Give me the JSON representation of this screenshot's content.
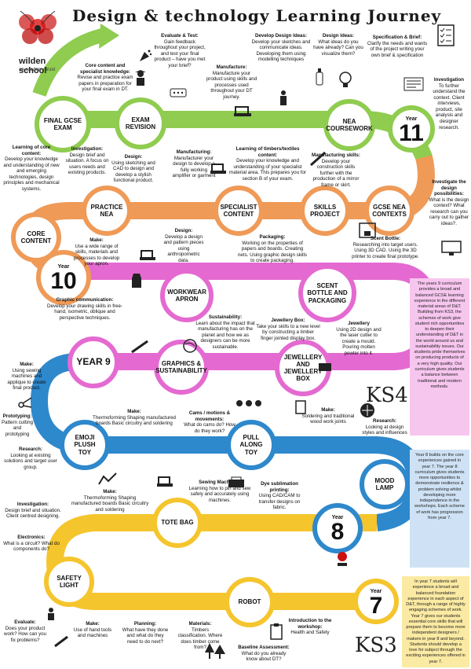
{
  "header": {
    "title": "Design & technology Learning Journey",
    "logo_name": "wilden school",
    "logo_sub": "an academy trust"
  },
  "nodes": {
    "final_exam": "Final GCSE Exam",
    "exam_revision": "Exam Revision",
    "nea_coursework": "NEA Coursework",
    "practice_nea": "Practice NEA",
    "specialist_content": "Specialist Content",
    "skills_project": "Skills Project",
    "gcse_nea_contexts": "GCSE NEA Contexts",
    "core_content": "Core Content",
    "workwear_apron": "Workwear Apron",
    "scent_bottle": "Scent Bottle and Packaging",
    "year9": "Year 9",
    "graphics": "Graphics & Sustainability",
    "jewellery_box": "Jewellery and Jewellery Box",
    "emoji_toy": "Emoji Plush Toy",
    "pull_along": "Pull Along Toy",
    "mood_lamp": "Mood Lamp",
    "tote_bag": "Tote Bag",
    "safety_light": "Safety Light",
    "robot": "Robot"
  },
  "years": {
    "y11_label": "Year",
    "y11_num": "11",
    "y10_label": "Year",
    "y10_num": "10",
    "y8_label": "Year",
    "y8_num": "8",
    "y7_label": "Year",
    "y7_num": "7"
  },
  "labels": {
    "core_content_knowledge": {
      "title": "Core content and specialist knowledge:",
      "text": "Revise and practice exam papers in preparation for your final exam in DT."
    },
    "evaluate_test": {
      "title": "Evaluate & Test:",
      "text": "Gain feedback throughout your project, and test your final product – have you met your brief?"
    },
    "manufacture": {
      "title": "Manufacture:",
      "text": "Manufacture your product using skills and processes used throughout your DT journey."
    },
    "develop_ideas": {
      "title": "Develop Design Ideas:",
      "text": "Develop your sketches and communicate ideas. Developing them using modelling techniques"
    },
    "design_ideas": {
      "title": "Design Ideas:",
      "text": "What ideas do you have already? Can you visualize them?"
    },
    "spec_brief": {
      "title": "Specification & Brief:",
      "text": "Clarify the needs and wants of the project writing your own brief & specification"
    },
    "investigation_context": {
      "title": "Investigation",
      "text": "To further understand the context. Client interviews, product, site analysis and designer research."
    },
    "learning_core": {
      "title": "Learning of core content:",
      "text": "Develop your knowledge and understanding of new and emerging technologies, design principles and mechanical systems."
    },
    "investigation_brief": {
      "title": "Investigation:",
      "text": "Design brief and situation. A focus on users needs and existing products."
    },
    "design_cad": {
      "title": "Design:",
      "text": "Using sketching and CAD to design and develop a stylish functional product."
    },
    "manufacturing_amp": {
      "title": "Manufacturing:",
      "text": "Manufacturer your design to develop a fully working amplifier or garment"
    },
    "timbers_textiles": {
      "title": "Learning of timbers/textiles content:",
      "text": "Develop your knowledge and understanding of your specialist material area. This prepares you for section B of your exam."
    },
    "manufacturing_skills": {
      "title": "Manufacturing skills:",
      "text": "Develop your construction skills further with the production of a mirror frame or skirt."
    },
    "investigate_possibilities": {
      "title": "Investigate the design possibilities:",
      "text": "What is the design context? What research can you carry out to gather ideas?."
    },
    "make_apron": {
      "title": "Make:",
      "text": "Use a wide range of skills, materials and processes to develop your apron."
    },
    "design_pattern": {
      "title": "Design:",
      "text": "Develop a design and pattern pieces using anthropometric data."
    },
    "packaging": {
      "title": "Packaging:",
      "text": "Working on the properties of papers and boards. Creating nets. Using graphic design skills to create packaging."
    },
    "scent_bottle": {
      "title": "Scent Bottle:",
      "text": "Researching into target users. Using 3D CAD. Using the 3D printer to create final prototype."
    },
    "graphic_comm": {
      "title": "Graphic communication:",
      "text": "Develop your drawing skills in free-hand, isometric, oblique and perspective techniques."
    },
    "sustainability": {
      "title": "Sustainability:",
      "text": "Learn about the impact that manufacturing has on the planet and how we as designers can be more sustainable."
    },
    "jewellery_box_lbl": {
      "title": "Jewellery Box:",
      "text": "Take your skills to a new level by constructing a timber finger jointed display box."
    },
    "jewellery": {
      "title": "Jewellery",
      "text": "Using 2D design and the laser cutter to create a mould. Pouring molten pewter into it."
    },
    "make_machines": {
      "title": "Make:",
      "text": "Using sewing machines and applique to create final product."
    },
    "prototyping": {
      "title": "Prototyping:",
      "text": "Pattern cutting and prototyping"
    },
    "make_thermo": {
      "title": "Make:",
      "text": "Thermoforming Shaping manufactured boards Basic circuitry and soldering"
    },
    "cams": {
      "title": "Cams / motions & movements:",
      "text": "What do cams do? How do they work?"
    },
    "make_solder": {
      "title": "Make:",
      "text": "Soldering and traditional wood work joints"
    },
    "research_styles": {
      "title": "Research:",
      "text": "Looking at design styles and influences"
    },
    "research_existing": {
      "title": "Research:",
      "text": "Looking at existing solutions and target user group."
    },
    "make_thermo2": {
      "title": "Make:",
      "text": "Thermoforming Shaping manufactured boards Basic circuitry and soldering"
    },
    "sewing_machines": {
      "title": "Sewing Machines:",
      "text": "Learning how to pin and sew safely and accurately using machines."
    },
    "dye_sub": {
      "title": "Dye sublimation printing:",
      "text": "Using CAD/CAM to transfer designs on fabric."
    },
    "investigation_y8": {
      "title": "Investigation:",
      "text": "Design brief and situation. Client centred designing."
    },
    "electronics": {
      "title": "Electronics:",
      "text": "What is a circuit? What do components do?"
    },
    "evaluate_y7": {
      "title": "Evaluate:",
      "text": "Does your product work? How can you fix problems?"
    },
    "make_hand": {
      "title": "Make:",
      "text": "Use of hand tools and machines"
    },
    "planning": {
      "title": "Planning:",
      "text": "What have they done and what do they need to do next?"
    },
    "materials": {
      "title": "Materials:",
      "text": "Timbers classification. Where does timber come from?"
    },
    "intro_workshop": {
      "title": "Introduction to the workshop:",
      "text": "Health and Safety"
    },
    "baseline": {
      "title": "Baseline Assessment:",
      "text": "What do you already know about DT?"
    }
  },
  "side_boxes": {
    "y9": "The years 9 curriculum provides a broad and balanced GCSE learning experience in the different material areas of D&T. Building from KS3, the schemes of work give student rich opportunities to deepen their understanding of D&T in the world around us and sustainability issues. Our students pride themselves on producing products of a very high quality. Our curriculum gives students a balance between traditional and modern methods.",
    "y8": "Year 8 builds on the core experiences gained in year 7. The year 8 curriculum gives students more opportunities to demonstrate resilience & problem solving whilst developing more independence in the workshops. Each scheme of work has progression from year 7.",
    "y7": "In year 7 students will experience a broad and balanced foundation experience in each aspect of D&T, through a range of highly engaging schemes of work. Year 7 gives our students essential core skills that will prepare them to become more independent designers / makers in year 8 and beyond. Students should develop a love for subject through the exciting experiences offered in year 7."
  },
  "stage_tags": {
    "ks4": "KS4",
    "ks3": "KS3"
  },
  "colors": {
    "green": "#8fcc4f",
    "orange": "#ef9a57",
    "pink": "#e46ad1",
    "blue": "#2e88cc",
    "yellow": "#f5c52d",
    "box_pink": "#f7c6ef",
    "box_blue": "#cfe2f5",
    "box_yellow": "#fbeaa3"
  }
}
